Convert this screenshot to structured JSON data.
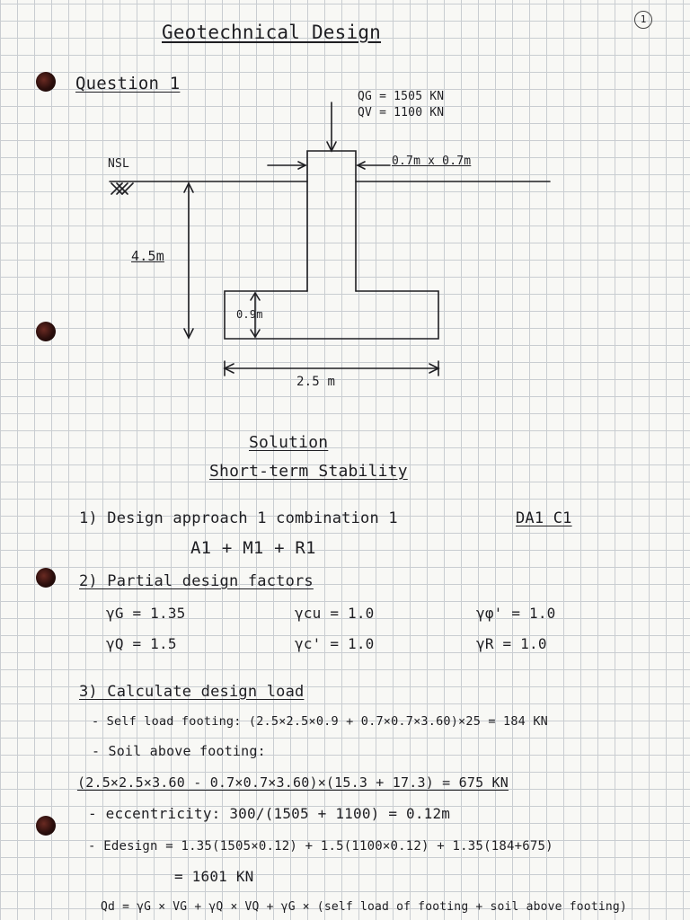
{
  "page_number": "1",
  "title": "Geotechnical Design",
  "question": "Question 1",
  "diagram": {
    "loads": [
      "QG = 1505 KN",
      "QV = 1100 KN"
    ],
    "column_size": "0.7m x 0.7m",
    "nsl": "NSL",
    "depth": "4.5m",
    "thickness": "0.9m",
    "width": "2.5 m"
  },
  "solution": {
    "heading": "Solution",
    "subheading": "Short-term Stability",
    "step1": {
      "label": "1) Design approach 1 combination 1",
      "tag": "DA1  C1",
      "combo": "A1 + M1 + R1"
    },
    "step2": {
      "label": "2) Partial design factors",
      "factors": [
        "γG = 1.35",
        "γcu = 1.0",
        "γφ' = 1.0",
        "γQ = 1.5",
        "γc' = 1.0",
        "γR = 1.0"
      ]
    },
    "step3": {
      "label": "3) Calculate design load",
      "self_load": "- Self load footing: (2.5×2.5×0.9 + 0.7×0.7×3.60)×25 = 184 KN",
      "soil_above": "- Soil above footing:",
      "soil_calc": "(2.5×2.5×3.60 - 0.7×0.7×3.60)×(15.3 + 17.3) = 675 KN",
      "eccentricity": "- eccentricity: 300/(1505 + 1100) = 0.12m",
      "edesign": "- Edesign = 1.35(1505×0.12) + 1.5(1100×0.12) + 1.35(184+675)",
      "edesign_result": "= 1601 KN",
      "qd": "Qd = γG × VG + γQ × VQ + γG × (self load of footing + soil above footing)"
    }
  }
}
